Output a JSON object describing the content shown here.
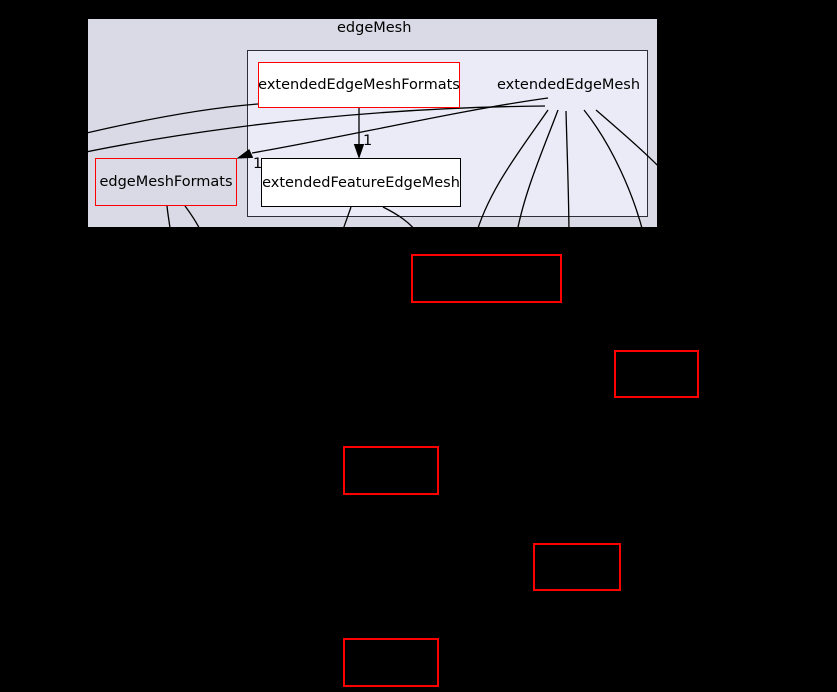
{
  "diagram": {
    "type": "doxygen-directory-dependency-graph",
    "background_color": "#000000",
    "edge_color": "#000000",
    "clusters": [
      {
        "label": "edgeMesh",
        "fill": "#dadae6",
        "border": "#000000"
      },
      {
        "label": "extendedEdgeMesh",
        "fill": "#ebebf8",
        "border": "#2e2e38"
      }
    ],
    "nodes": [
      {
        "label": "extendedEdgeMeshFormats",
        "fill": "#ffffff",
        "border": "#ff0000"
      },
      {
        "label": "extendedFeatureEdgeMesh",
        "fill": "#ffffff",
        "border": "#000000"
      },
      {
        "label": "edgeMeshFormats",
        "fill": "#dadae6",
        "border": "#ff0000"
      }
    ],
    "edges": [
      {
        "label": "1",
        "description": "arrow from extendedEdgeMeshFormats down into extendedFeatureEdgeMesh"
      },
      {
        "label": "1",
        "description": "arrow pointing into top-right corner of edgeMeshFormats"
      }
    ],
    "external_nodes": [
      {
        "label": "",
        "border": "#ff0000"
      },
      {
        "label": "",
        "border": "#ff0000"
      },
      {
        "label": "",
        "border": "#ff0000"
      },
      {
        "label": "",
        "border": "#ff0000"
      },
      {
        "label": "",
        "border": "#ff0000"
      }
    ]
  }
}
